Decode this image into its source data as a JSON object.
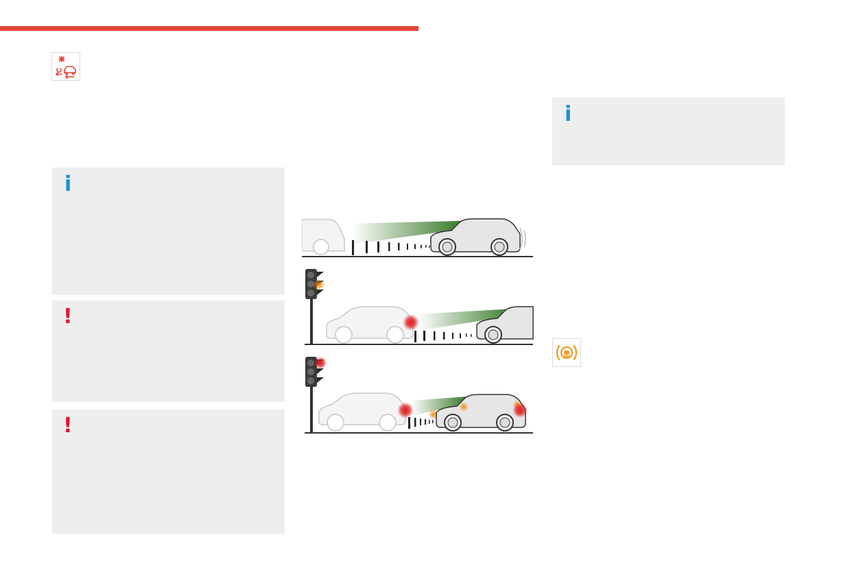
{
  "colors": {
    "accent_red": "#e2433a",
    "info_blue": "#1b8fd2",
    "warning_red": "#e4172f",
    "lamp_orange": "#ef9a22",
    "box_grey": "#eeeeee"
  },
  "header": {
    "feature_icon": "collision-alert-icon"
  },
  "notes": {
    "info_left": {
      "icon": "info-icon",
      "text": ""
    },
    "warning_1": {
      "icon": "exclamation-icon",
      "text": ""
    },
    "warning_2": {
      "icon": "exclamation-icon",
      "text": ""
    },
    "info_right": {
      "icon": "info-icon",
      "text": ""
    }
  },
  "illustration": {
    "panels": [
      "follow-distance",
      "approach-red-light",
      "braking-stop"
    ]
  },
  "warning_lamp": {
    "icon": "automatic-braking-warning-icon"
  }
}
